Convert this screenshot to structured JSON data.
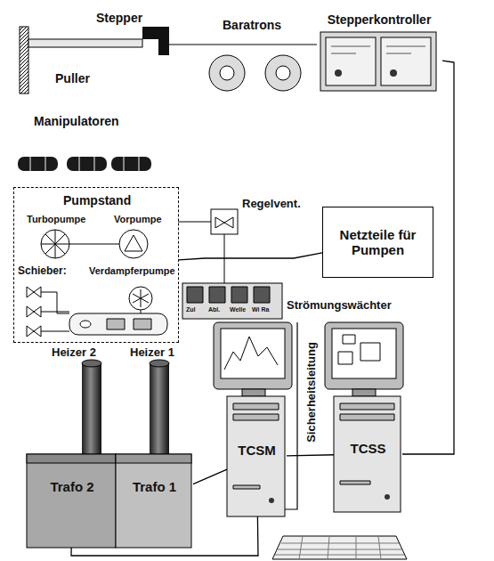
{
  "diagram": {
    "nodes": [
      {
        "text": [
          "Stepperkontroller"
        ]
      },
      {
        "text": [
          "Pumpstand"
        ]
      },
      {
        "text": [
          "Netzteile für Pumpen"
        ]
      },
      {
        "text": [
          "TCSM"
        ]
      },
      {
        "text": [
          "TCSS"
        ]
      },
      {
        "text": [
          "Trafo 2"
        ]
      },
      {
        "text": [
          "Trafo 1"
        ]
      }
    ],
    "edges": [
      {
        "from": 0,
        "to": 4,
        "arrow": "none"
      },
      {
        "from": 2,
        "to": 1,
        "arrow": "none"
      },
      {
        "from": 6,
        "to": 3,
        "arrow": "none"
      },
      {
        "from": 3,
        "to": 4,
        "arrow": "none"
      },
      {
        "from": 5,
        "to": 3,
        "arrow": "none"
      }
    ],
    "labels": [
      "Stepper",
      "Puller",
      "Baratrons",
      "Manipulatoren",
      "Turbopumpe",
      "Vorpumpe",
      "Verdampferpumpe",
      "Schieber:",
      "Regelvent.",
      "Strömungswächter",
      "Zul",
      "Abl.",
      "Welle",
      "Wi Ra",
      "Heizer 2",
      "Heizer 1",
      "Sicherheitsleitung"
    ]
  }
}
